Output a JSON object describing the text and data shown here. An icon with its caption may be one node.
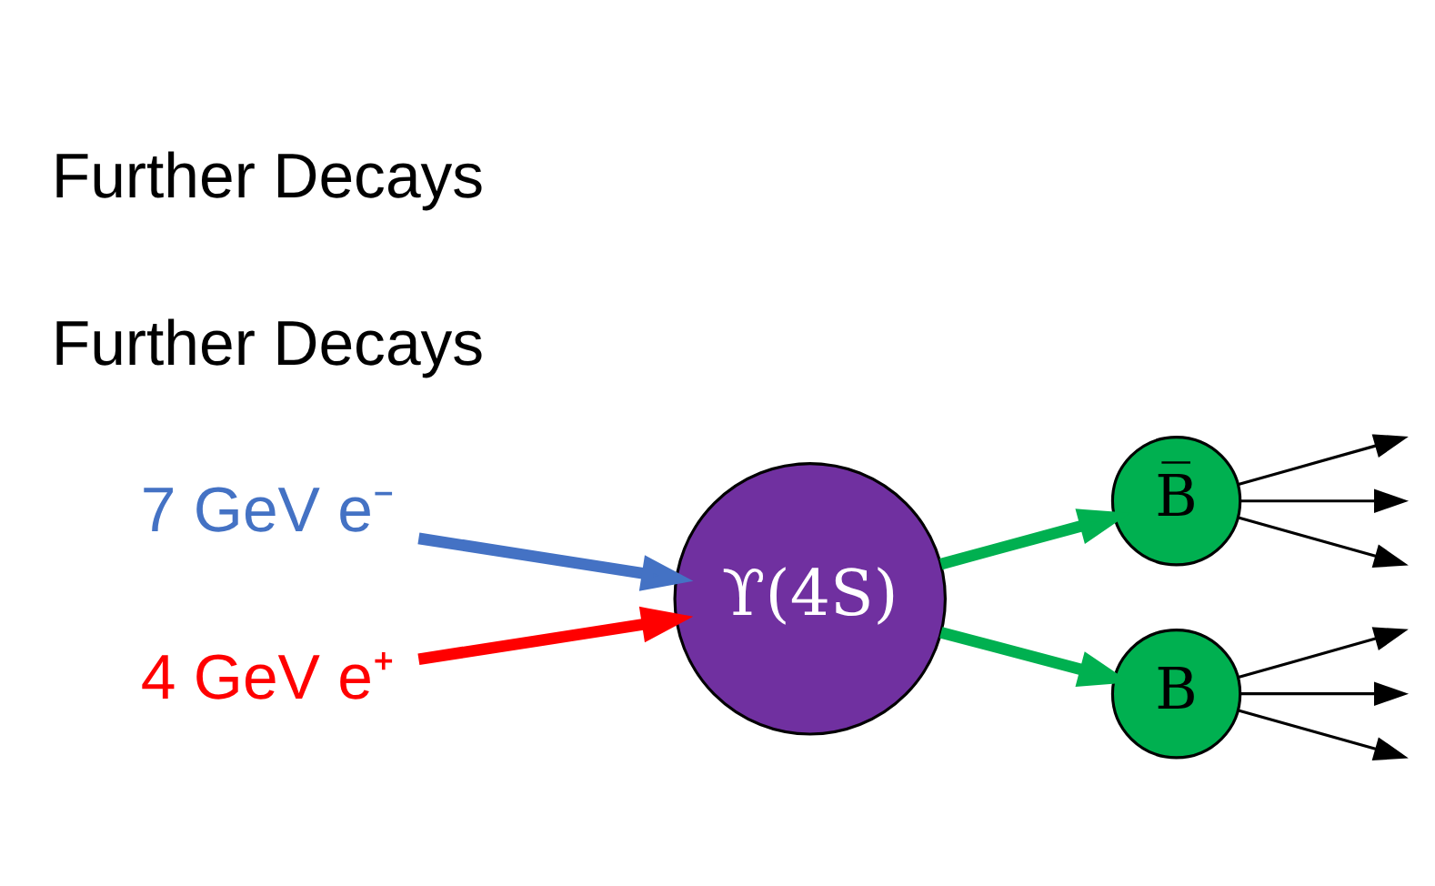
{
  "diagram": {
    "nodes": [
      {
        "text": [
          "7 GeV e⁻"
        ]
      },
      {
        "text": [
          "ϒ(4S)"
        ]
      },
      {
        "text": [
          "4 GeV e⁺"
        ]
      },
      {
        "text": [
          "B̅"
        ]
      },
      {
        "text": [
          "B"
        ]
      }
    ],
    "edges": [
      {
        "from": 0,
        "to": 1,
        "arrow": "to",
        "style": "thick",
        "color": "#4472c4"
      },
      {
        "from": 2,
        "to": 1,
        "arrow": "to",
        "style": "thick",
        "color": "#ff0000"
      },
      {
        "from": 1,
        "to": 3,
        "arrow": "to",
        "style": "thick",
        "color": "#00b050"
      },
      {
        "from": 1,
        "to": 4,
        "arrow": "to",
        "style": "thick",
        "color": "#00b050"
      },
      {
        "from": 3,
        "to": null,
        "arrow": "to"
      },
      {
        "from": 3,
        "to": null,
        "arrow": "to"
      },
      {
        "from": 3,
        "to": null,
        "arrow": "to"
      },
      {
        "from": 4,
        "to": null,
        "arrow": "to"
      },
      {
        "from": 4,
        "to": null,
        "arrow": "to"
      },
      {
        "from": 4,
        "to": null,
        "arrow": "to"
      }
    ],
    "labels": [
      "Further Decays",
      "Further Decays"
    ]
  }
}
